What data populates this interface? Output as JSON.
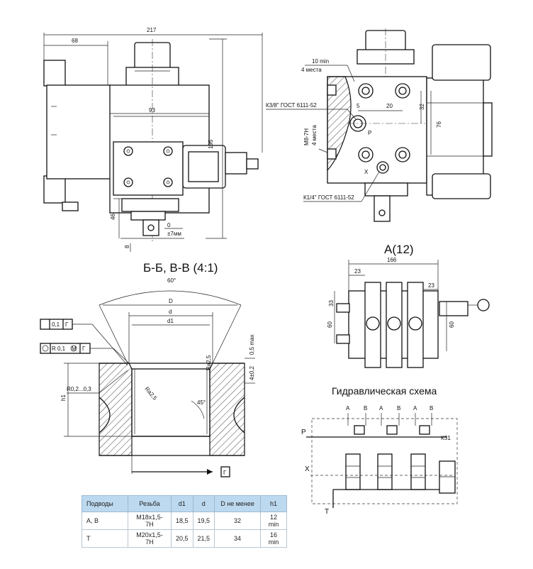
{
  "front_view": {
    "dim_overall_width": "217",
    "dim_left": "68",
    "dim_center": "93",
    "dim_height": "195",
    "dim_bottom": "46",
    "dim_lever_neutral": "0",
    "dim_lever_travel": "±7мм",
    "dim_b": "8"
  },
  "side_view": {
    "label_holes_depth": "10 min",
    "label_holes_count": "4 места",
    "label_k38": "К3/8\" ГОСТ 6111-52",
    "label_m8": "М8-7Н",
    "label_m8_count": "4 места",
    "dim_5": "5",
    "dim_20": "20",
    "dim_32": "32",
    "dim_76": "76",
    "port_p": "P",
    "port_x": "X",
    "label_k14": "К1/4\" ГОСТ 6111-52"
  },
  "section_view": {
    "title": "Б-Б, В-В (4:1)",
    "angle_top": "60°",
    "dim_D": "D",
    "dim_d": "d",
    "dim_d1": "d1",
    "tol_perp_value": "0,1",
    "tol_perp_ref": "Г",
    "tol_pos_value": "R 0,1",
    "tol_pos_mod": "М",
    "tol_pos_ref": "Г",
    "roughness_top": "Ra2,5",
    "roughness_side": "Ra2,5",
    "dim_05": "0,5 max",
    "dim_4": "4±0,2",
    "radius_label": "R0,2...0,3",
    "angle_45": "45°",
    "dim_h1": "h1",
    "datum_g": "Г"
  },
  "top_view": {
    "title": "А(12)",
    "dim_166": "166",
    "dim_23_left": "23",
    "dim_23_right": "23",
    "dim_33": "33",
    "dim_60_left": "60",
    "dim_60_right": "60"
  },
  "hydraulic_scheme": {
    "title": "Гидравлическая схема",
    "ports_top": [
      "A",
      "B",
      "A",
      "B",
      "A",
      "B"
    ],
    "port_p": "P",
    "port_x": "X",
    "port_t": "T",
    "label_k31": "КЗ1"
  },
  "spec_table": {
    "headers": [
      "Подводы",
      "Резьба",
      "d1",
      "d",
      "D не менее",
      "h1"
    ],
    "rows": [
      [
        "A, B",
        "M18x1,5-7H",
        "18,5",
        "19,5",
        "32",
        "12 min"
      ],
      [
        "T",
        "M20x1,5-7H",
        "20,5",
        "21,5",
        "34",
        "16 min"
      ]
    ]
  }
}
